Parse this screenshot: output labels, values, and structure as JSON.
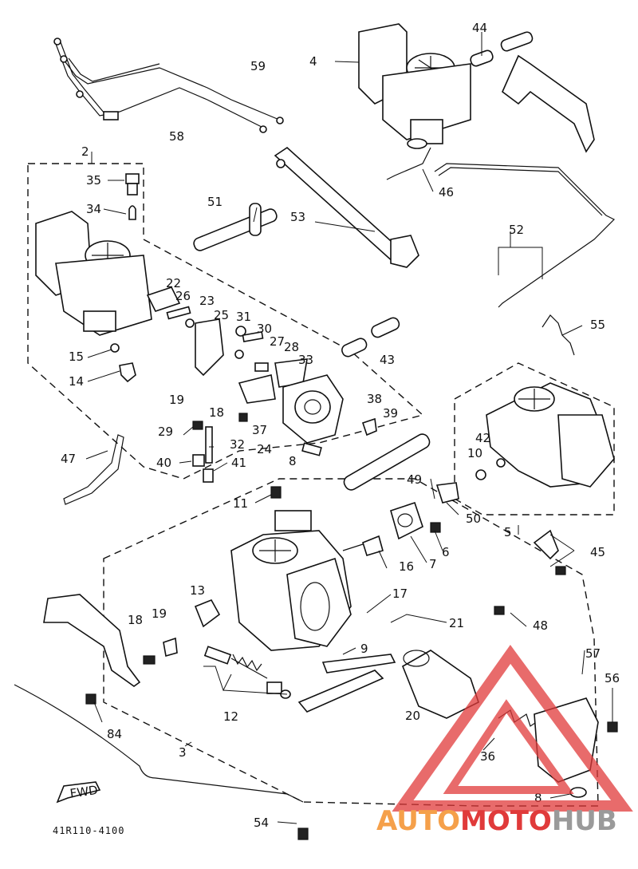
{
  "diagram": {
    "callouts": [
      "2",
      "3",
      "4",
      "5",
      "6",
      "7",
      "8",
      "9",
      "10",
      "11",
      "12",
      "13",
      "14",
      "15",
      "16",
      "17",
      "18",
      "19",
      "20",
      "21",
      "22",
      "23",
      "24",
      "25",
      "26",
      "27",
      "28",
      "29",
      "30",
      "31",
      "32",
      "33",
      "34",
      "35",
      "36",
      "37",
      "38",
      "39",
      "40",
      "41",
      "42",
      "43",
      "44",
      "45",
      "46",
      "47",
      "48",
      "49",
      "50",
      "51",
      "52",
      "53",
      "54",
      "55",
      "56",
      "57",
      "58",
      "59",
      "84"
    ],
    "drawing_code": "41R110-4100",
    "fwd_label": "FWD"
  },
  "watermark": {
    "part1": "AUTO",
    "part2": "MOTO",
    "part3": "HUB",
    "color_primary": "#f5a04a",
    "color_secondary": "#e03a3a",
    "color_hub": "#9a9a9a"
  }
}
